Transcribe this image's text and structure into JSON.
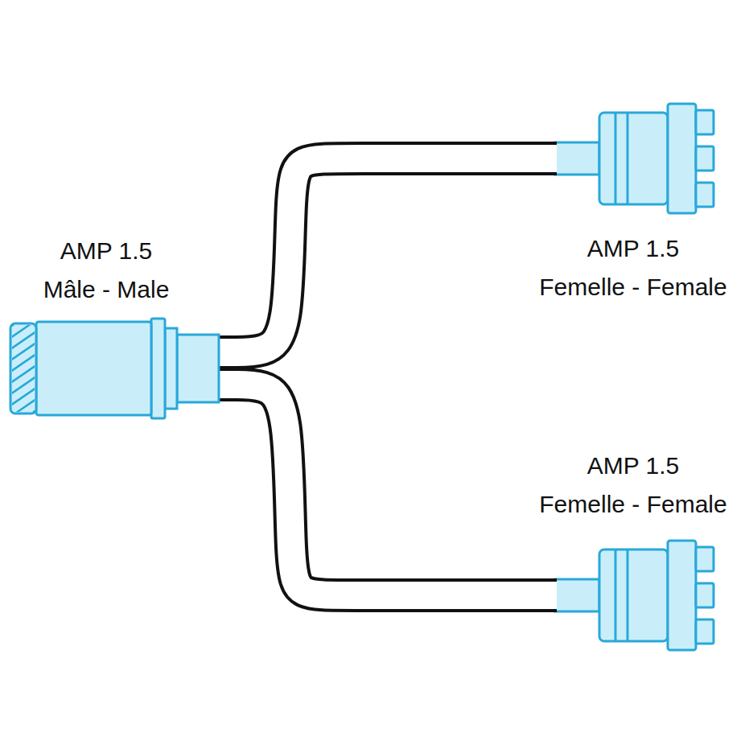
{
  "diagram": {
    "nodes": [
      {
        "text": [
          "AMP 1.5",
          "Mâle - Male"
        ]
      },
      {
        "text": [
          "AMP 1.5",
          "Femelle - Female"
        ]
      },
      {
        "text": [
          "AMP 1.5",
          "Femelle - Female"
        ]
      }
    ],
    "edges": [
      {
        "from": 0,
        "to": 1,
        "arrow": "none"
      },
      {
        "from": 0,
        "to": 2,
        "arrow": "none"
      }
    ]
  }
}
